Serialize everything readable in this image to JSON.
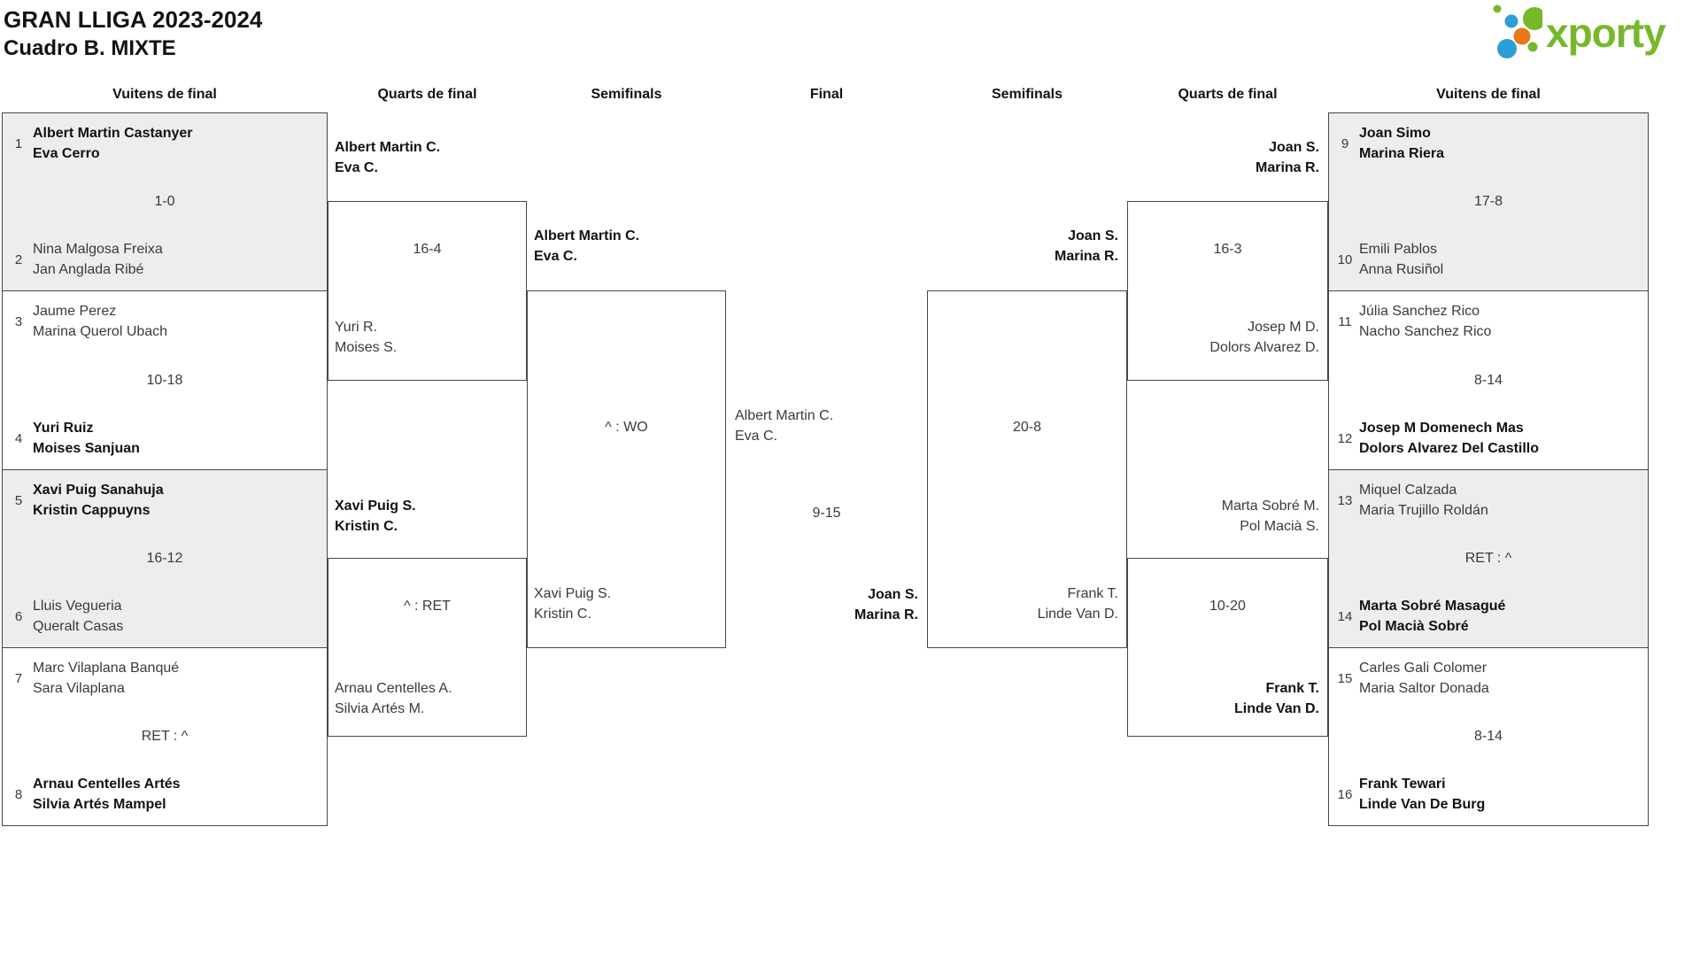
{
  "header": {
    "title_line1": "GRAN LLIGA 2023-2024",
    "title_line2": "Cuadro B. MIXTE"
  },
  "logo": {
    "brand": "xporty",
    "green": "#76b82a",
    "blue": "#2d9fd8",
    "orange": "#e87817"
  },
  "colors": {
    "box_shaded": "#ededed",
    "box_border": "#474747",
    "winner_text": "#121212",
    "regular_text": "#3a3a3a"
  },
  "round_labels": {
    "left_r16": "Vuitens de final",
    "left_qf": "Quarts de final",
    "left_sf": "Semifinals",
    "final": "Final",
    "right_sf": "Semifinals",
    "right_qf": "Quarts de final",
    "right_r16": "Vuitens de final"
  },
  "r16_left": [
    {
      "seed_top": "1",
      "top": [
        "Albert Martin Castanyer",
        "Eva Cerro"
      ],
      "score": "1-0",
      "seed_bottom": "2",
      "bottom": [
        "Nina Malgosa Freixa",
        "Jan Anglada Ribé"
      ],
      "winner": "top"
    },
    {
      "seed_top": "3",
      "top": [
        "Jaume Perez",
        "Marina Querol Ubach"
      ],
      "score": "10-18",
      "seed_bottom": "4",
      "bottom": [
        "Yuri Ruiz",
        "Moises Sanjuan"
      ],
      "winner": "bottom"
    },
    {
      "seed_top": "5",
      "top": [
        "Xavi Puig Sanahuja",
        "Kristin Cappuyns"
      ],
      "score": "16-12",
      "seed_bottom": "6",
      "bottom": [
        "Lluis Vegueria",
        "Queralt Casas"
      ],
      "winner": "top"
    },
    {
      "seed_top": "7",
      "top": [
        "Marc Vilaplana Banqué",
        "Sara Vilaplana"
      ],
      "score": "RET : ^",
      "seed_bottom": "8",
      "bottom": [
        "Arnau Centelles Artés",
        "Silvia Artés Mampel"
      ],
      "winner": "bottom"
    }
  ],
  "r16_right": [
    {
      "seed_top": "9",
      "top": [
        "Joan Simo",
        "Marina Riera"
      ],
      "score": "17-8",
      "seed_bottom": "10",
      "bottom": [
        "Emili Pablos",
        "Anna Rusiñol"
      ],
      "winner": "top"
    },
    {
      "seed_top": "11",
      "top": [
        "Júlia Sanchez Rico",
        "Nacho Sanchez Rico"
      ],
      "score": "8-14",
      "seed_bottom": "12",
      "bottom": [
        "Josep M Domenech Mas",
        "Dolors Alvarez Del Castillo"
      ],
      "winner": "bottom"
    },
    {
      "seed_top": "13",
      "top": [
        "Miquel Calzada",
        "Maria Trujillo Roldán"
      ],
      "score": "RET : ^",
      "seed_bottom": "14",
      "bottom": [
        "Marta Sobré Masagué",
        "Pol Macià Sobré"
      ],
      "winner": "bottom"
    },
    {
      "seed_top": "15",
      "top": [
        "Carles Gali Colomer",
        "Maria Saltor Donada"
      ],
      "score": "8-14",
      "seed_bottom": "16",
      "bottom": [
        "Frank Tewari",
        "Linde Van De Burg"
      ],
      "winner": "bottom"
    }
  ],
  "qf_left": {
    "m1": {
      "top": [
        "Albert Martin C.",
        "Eva C."
      ],
      "score": "16-4",
      "bottom": [
        "Yuri R.",
        "Moises S."
      ],
      "winner": "top"
    },
    "m2": {
      "top": [
        "Xavi Puig S.",
        "Kristin C."
      ],
      "score": "^ : RET",
      "bottom": [
        "Arnau Centelles A.",
        "Silvia Artés M."
      ],
      "winner": "top"
    }
  },
  "qf_right": {
    "m1": {
      "top": [
        "Joan S.",
        "Marina R."
      ],
      "score": "16-3",
      "bottom": [
        "Josep M D.",
        "Dolors Alvarez D."
      ],
      "winner": "top"
    },
    "m2": {
      "top": [
        "Marta Sobré M.",
        "Pol Macià S."
      ],
      "score": "10-20",
      "bottom": [
        "Frank T.",
        "Linde Van D."
      ],
      "winner": "bottom"
    }
  },
  "sf_left": {
    "top": [
      "Albert Martin C.",
      "Eva C."
    ],
    "score": "^ : WO",
    "bottom": [
      "Xavi Puig S.",
      "Kristin C."
    ],
    "winner": "top"
  },
  "sf_right": {
    "top": [
      "Joan S.",
      "Marina R."
    ],
    "score": "20-8",
    "bottom": [
      "Frank T.",
      "Linde Van D."
    ],
    "winner": "top"
  },
  "final": {
    "top": [
      "Albert Martin C.",
      "Eva C."
    ],
    "score": "9-15",
    "bottom": [
      "Joan S.",
      "Marina R."
    ],
    "winner": "bottom"
  }
}
